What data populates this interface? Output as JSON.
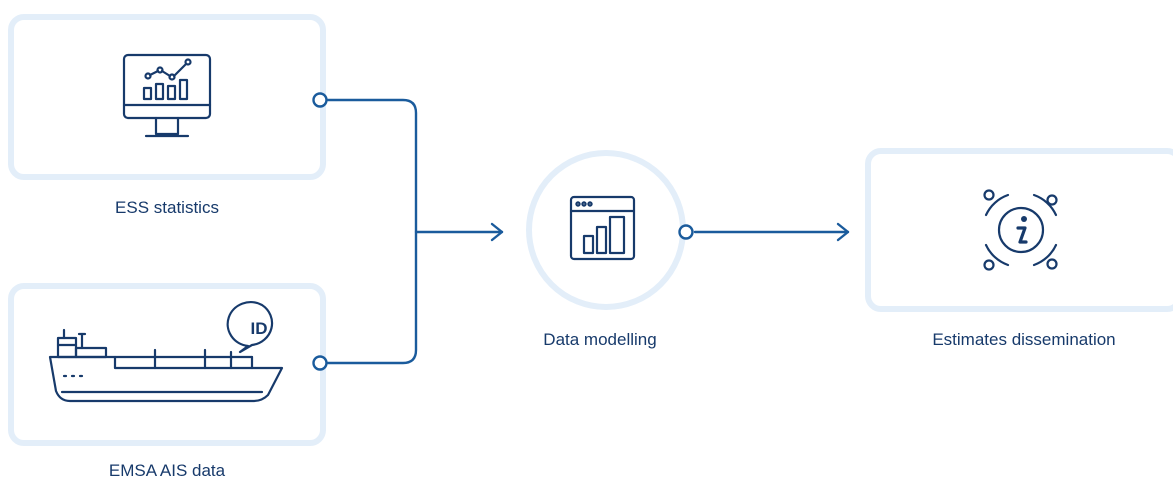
{
  "nodes": {
    "ess": {
      "label": "ESS statistics"
    },
    "emsa": {
      "label": "EMSA AIS data",
      "badge": "ID"
    },
    "modelling": {
      "label": "Data modelling"
    },
    "dissemination": {
      "label": "Estimates dissemination"
    }
  },
  "colors": {
    "primary": "#173a6b",
    "connector": "#1a5b9c",
    "card_border": "#e3eef9"
  },
  "icons": {
    "ess": "monitor-chart-icon",
    "emsa": "ship-icon",
    "modelling": "browser-bar-chart-icon",
    "dissemination": "info-icon"
  }
}
